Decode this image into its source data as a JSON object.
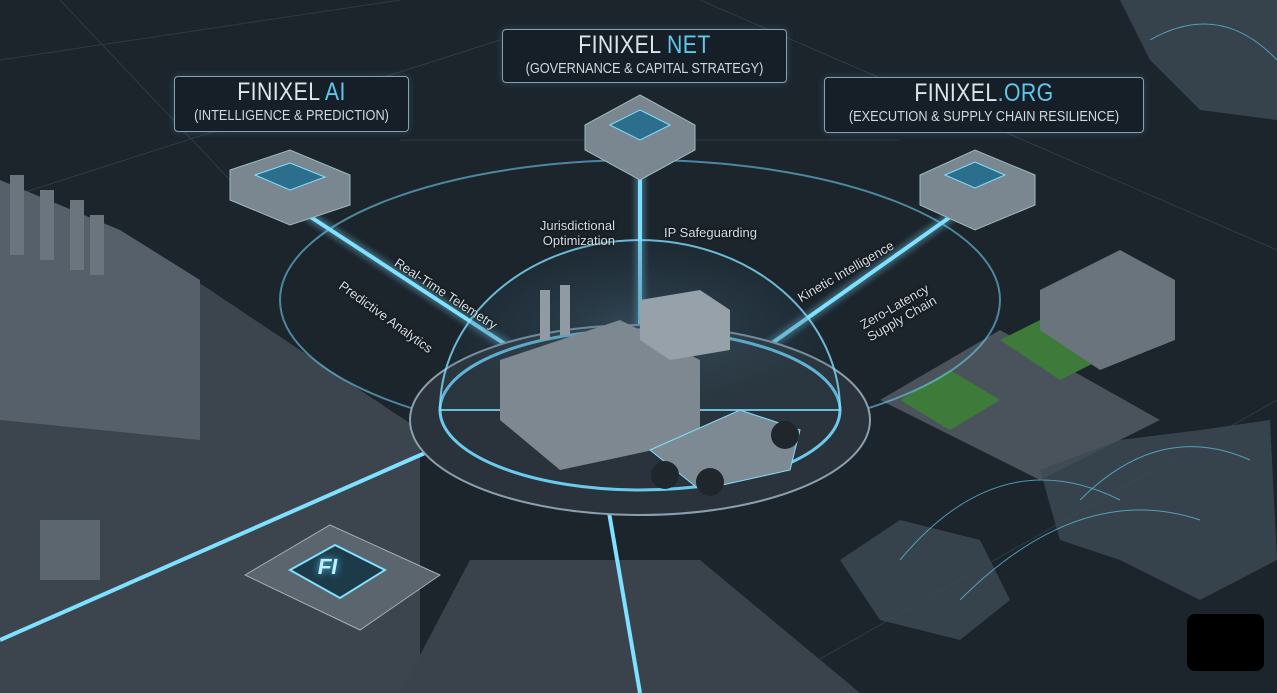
{
  "nodes": {
    "ai": {
      "brand": "FINIXEL",
      "suffix": "AI",
      "subtitle": "(INTELLIGENCE & PREDICTION)"
    },
    "net": {
      "brand": "FINIXEL",
      "suffix": "NET",
      "subtitle": "(GOVERNANCE & CAPITAL STRATEGY)"
    },
    "org": {
      "brand": "FINIXEL",
      "suffix": ".ORG",
      "subtitle": "(EXECUTION & SUPPLY CHAIN RESILIENCE)"
    }
  },
  "flows": {
    "realtime": "Real-Time Telemetry",
    "predictive": "Predictive Analytics",
    "jurisdictional_1": "Jurisdictional",
    "jurisdictional_2": "Optimization",
    "ip": "IP Safeguarding",
    "kinetic": "Kinetic Intelligence",
    "zero_1": "Zero-Latency",
    "zero_2": "Supply Chain"
  },
  "chip": {
    "label": "FI"
  },
  "colors": {
    "accent": "#5fc8ea",
    "glow": "#4fd0ff",
    "background": "#1c242c"
  }
}
